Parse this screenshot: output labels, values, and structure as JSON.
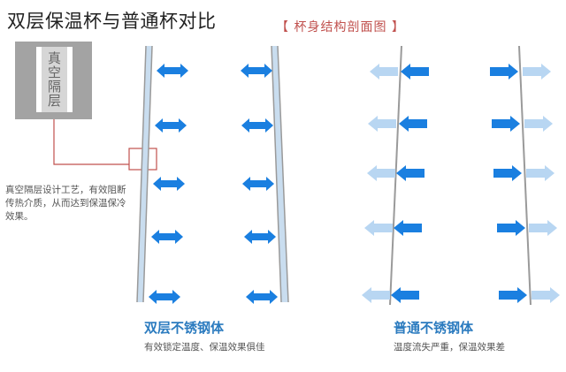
{
  "header": {
    "title": "双层保温杯与普通杯对比",
    "section_label": "【 杯身结构剖面图 】"
  },
  "callout": {
    "vacuum_label": "真空隔层",
    "description": "真空隔层设计工艺，有效阻断传热介质，从而达到保温保冷效果。"
  },
  "panels": [
    {
      "name": "double-wall",
      "title": "双层不锈钢体",
      "subtitle": "有效锁定温度、保温效果俱佳",
      "arrow_type": "bidirectional",
      "arrow_rows": 5
    },
    {
      "name": "single-wall",
      "title": "普通不锈钢体",
      "subtitle": "温度流失严重，保温效果差",
      "arrow_type": "outward-heat-loss",
      "arrow_rows": 5
    }
  ],
  "colors": {
    "arrow_dark": "#1a7fe0",
    "arrow_light": "#b8d6f2",
    "wall_fill": "#c9ddef",
    "wall_line": "#9a9a9a",
    "callout_red": "#c0504d",
    "caption_blue": "#2b7bbf"
  }
}
